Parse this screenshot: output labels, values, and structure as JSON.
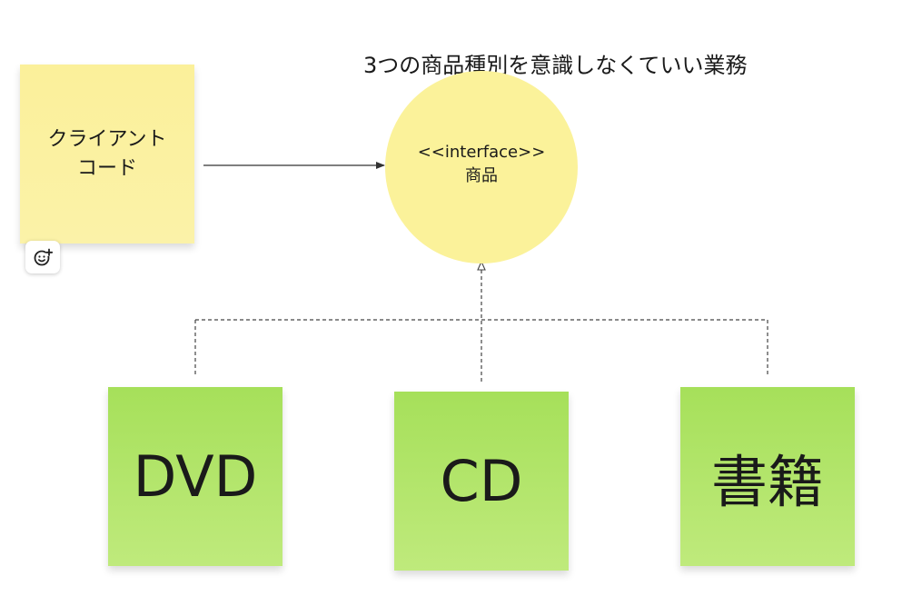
{
  "diagram": {
    "title": "3つの商品種別を意識しなくていい業務",
    "client_note": {
      "label": "クライアント\nコード",
      "color": "#fbf09a"
    },
    "interface_node": {
      "stereotype": "<<interface>>",
      "name": "商品",
      "color": "#fbf29a"
    },
    "implementations": [
      {
        "label": "DVD",
        "color": "#a6e05a"
      },
      {
        "label": "CD",
        "color": "#a6e05a"
      },
      {
        "label": "書籍",
        "color": "#a6e05a"
      }
    ],
    "reaction_icon": "add-reaction-icon"
  }
}
